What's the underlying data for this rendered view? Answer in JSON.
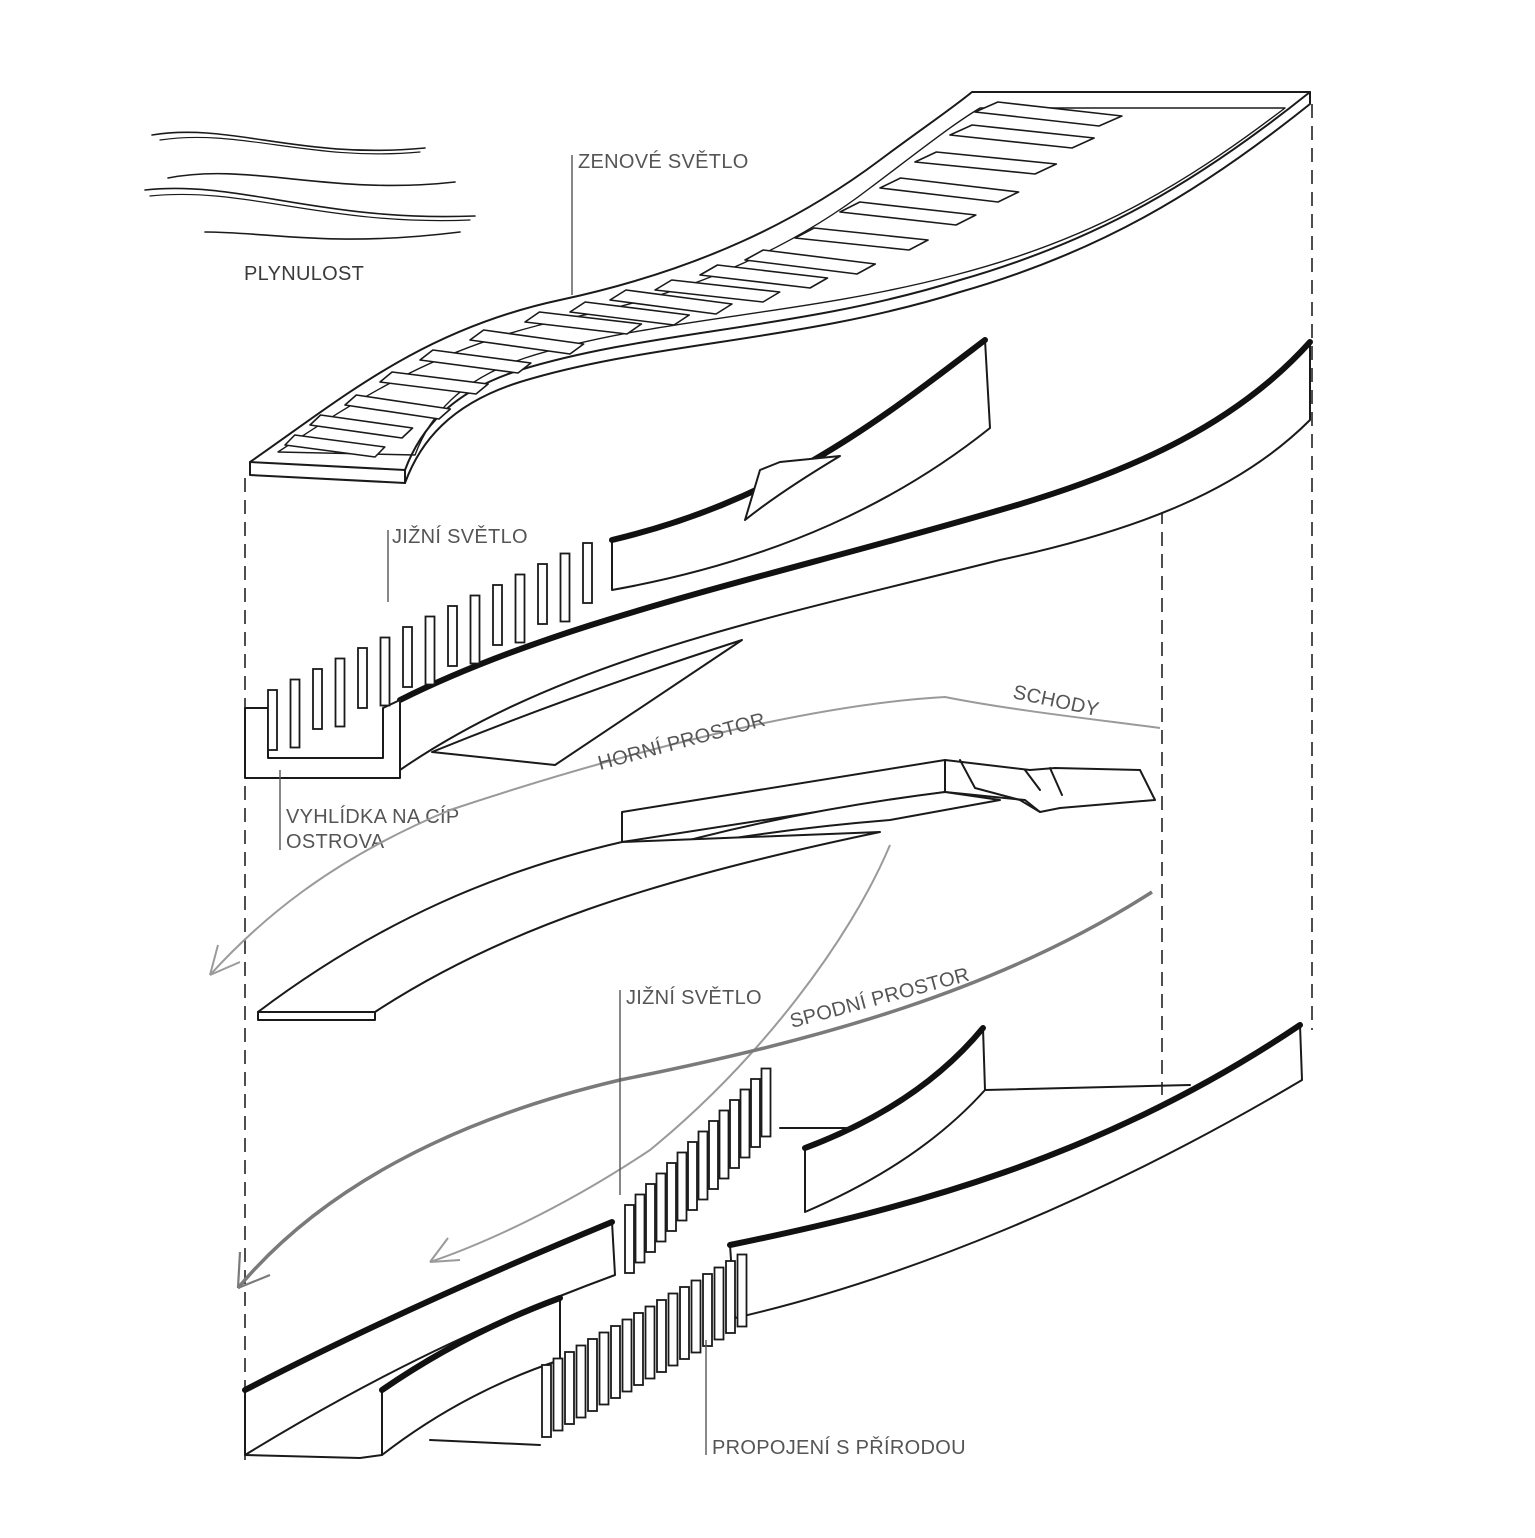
{
  "labels": {
    "plynulost": "PLYNULOST",
    "zenove_svetlo": "ZENOVÉ SVĚTLO",
    "jizni_svetlo_upper": "JIŽNÍ SVĚTLO",
    "schody": "SCHODY",
    "horni_prostor": "HORNÍ PROSTOR",
    "vyhlidka_line1": "VYHLÍDKA NA CÍP",
    "vyhlidka_line2": "OSTROVA",
    "jizni_svetlo_lower": "JIŽNÍ SVĚTLO",
    "spodni_prostor": "SPODNÍ PROSTOR",
    "propojeni": "PROPOJENÍ S PŘÍRODOU"
  }
}
